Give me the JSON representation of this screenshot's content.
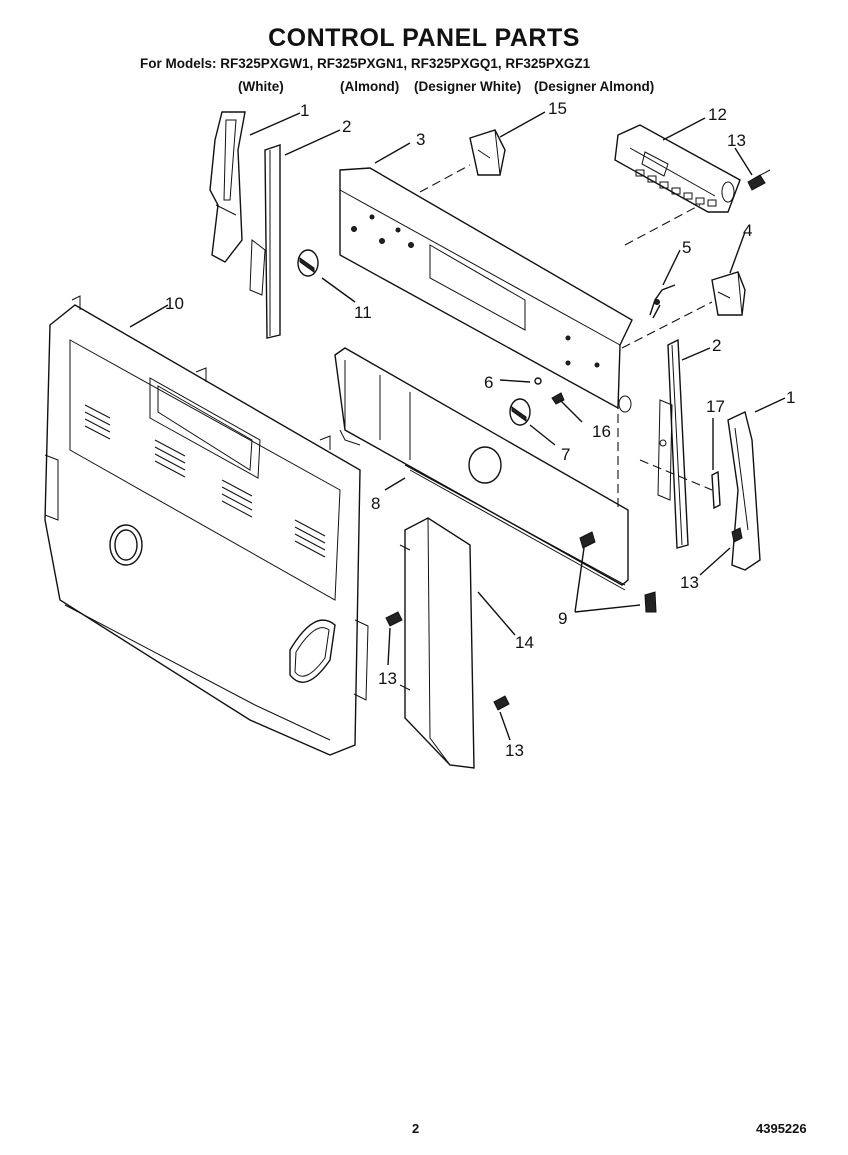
{
  "header": {
    "title": "CONTROL PANEL PARTS",
    "models_line": "For Models: RF325PXGW1, RF325PXGN1, RF325PXGQ1, RF325PXGZ1",
    "variants": [
      "(White)",
      "(Almond)",
      "(Designer White)",
      "(Designer Almond)"
    ]
  },
  "callouts": [
    "1",
    "2",
    "3",
    "15",
    "12",
    "13",
    "4",
    "5",
    "10",
    "11",
    "2",
    "6",
    "16",
    "7",
    "17",
    "1",
    "8",
    "13",
    "9",
    "14",
    "13",
    "13"
  ],
  "footer": {
    "page_number": "2",
    "doc_number": "4395226"
  }
}
